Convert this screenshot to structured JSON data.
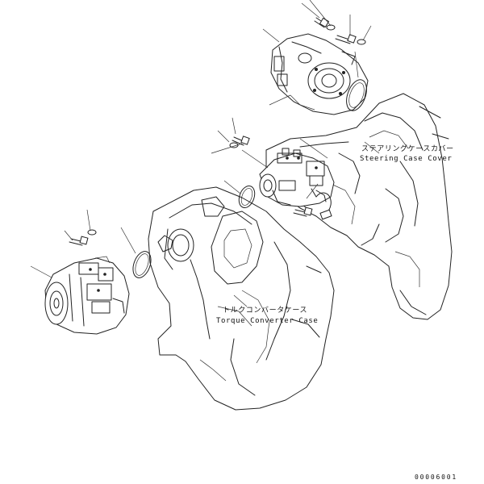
{
  "labels": {
    "steering_jp": "ステアリングケースカバー",
    "steering_en": "Steering Case Cover",
    "torque_jp": "トルクコンバータケース",
    "torque_en": "Torque Converter Case",
    "drawing_number": "00006001"
  },
  "colors": {
    "ink": "#222222",
    "paper": "#ffffff"
  }
}
